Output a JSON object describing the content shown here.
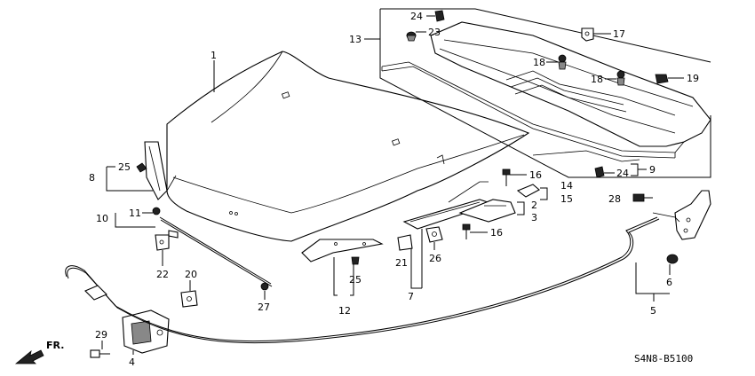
{
  "diagram_code": "S4N8-B5100",
  "front_label": "FR.",
  "callouts": [
    "1",
    "2",
    "3",
    "4",
    "5",
    "6",
    "8",
    "9",
    "10",
    "11",
    "12",
    "13",
    "14",
    "15",
    "16",
    "16",
    "17",
    "18",
    "18",
    "19",
    "20",
    "21",
    "22",
    "23",
    "24",
    "24",
    "25",
    "25",
    "26",
    "27",
    "28",
    "29",
    "7"
  ]
}
